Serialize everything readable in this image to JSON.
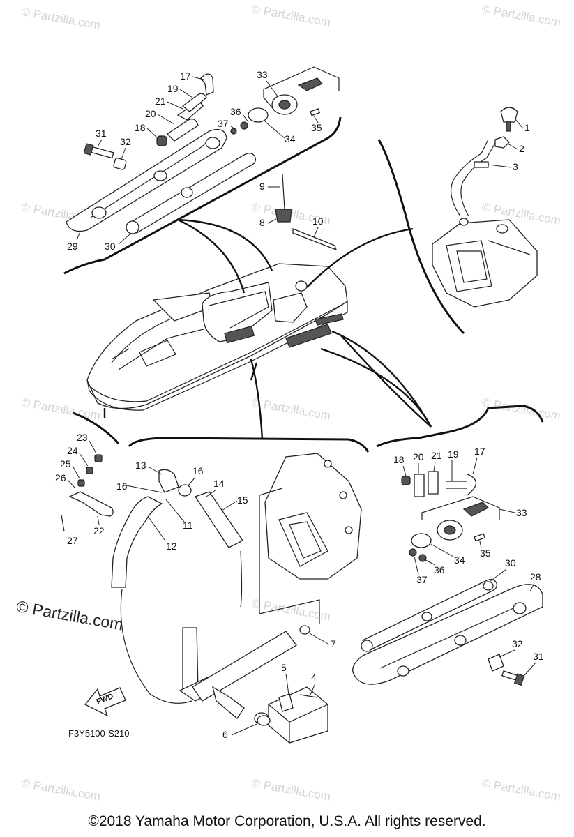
{
  "watermark_text": "© Partzilla.com",
  "diagram_code": "F3Y5100-S210",
  "fwd_label": "FWD",
  "copyright": "©2018  Yamaha Motor Corporation, U.S.A. All rights reserved.",
  "callouts": {
    "c1": "1",
    "c2": "2",
    "c3": "3",
    "c4": "4",
    "c5": "5",
    "c6": "6",
    "c7": "7",
    "c8": "8",
    "c9": "9",
    "c10": "10",
    "c11": "11",
    "c12": "12",
    "c13": "13",
    "c14": "14",
    "c15": "15",
    "c16": "16",
    "c17": "17",
    "c18": "18",
    "c19": "19",
    "c20": "20",
    "c21": "21",
    "c22": "22",
    "c23": "23",
    "c24": "24",
    "c25": "25",
    "c26": "26",
    "c27": "27",
    "c28": "28",
    "c29": "29",
    "c30": "30",
    "c31": "31",
    "c32": "32",
    "c33": "33",
    "c34": "34",
    "c35": "35",
    "c36": "36",
    "c37": "37"
  }
}
